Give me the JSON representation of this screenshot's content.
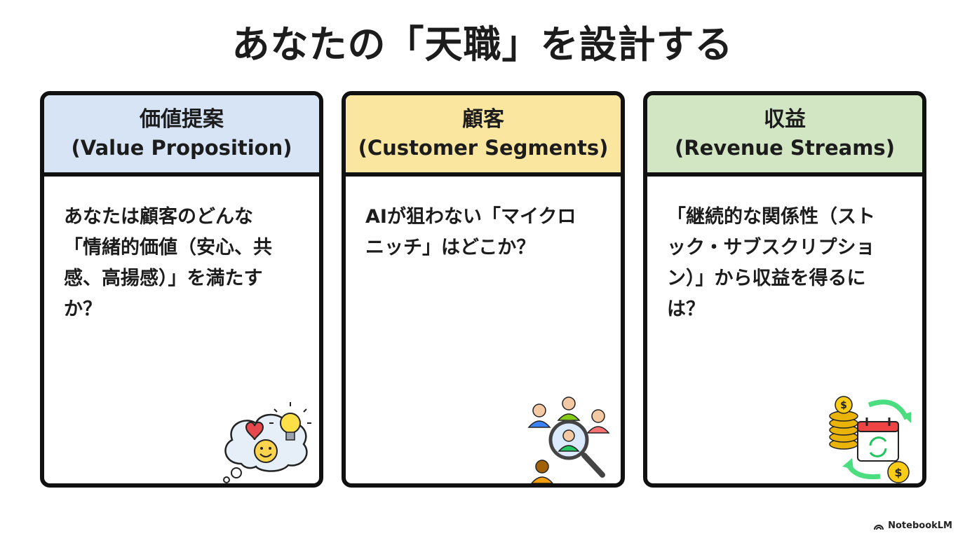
{
  "title": "あなたの「天職」を設計する",
  "cards": [
    {
      "heading": "価値提案",
      "subheading": "(Value Proposition)",
      "body": "あなたは顧客のどんな\n「情緒的価値（安心、共\n感、高揚感）」を満たす\nか？",
      "illustration": "thought-bubble-heart-smile-lightbulb-icon",
      "header_color": "#d6e4f5"
    },
    {
      "heading": "顧客",
      "subheading": "(Customer Segments)",
      "body": "AIが狙わない「マイクロ\nニッチ」はどこか？",
      "illustration": "people-magnifying-glass-icon",
      "header_color": "#fbe6a0"
    },
    {
      "heading": "収益",
      "subheading": "(Revenue Streams)",
      "body": "「継続的な関係性（スト\nック・サブスクリプショ\nン）」から収益を得るに\nは？",
      "illustration": "coins-calendar-cycle-icon",
      "header_color": "#d3e6c4"
    }
  ],
  "brand": {
    "label": "NotebookLM",
    "icon": "notebooklm-logo-icon"
  }
}
